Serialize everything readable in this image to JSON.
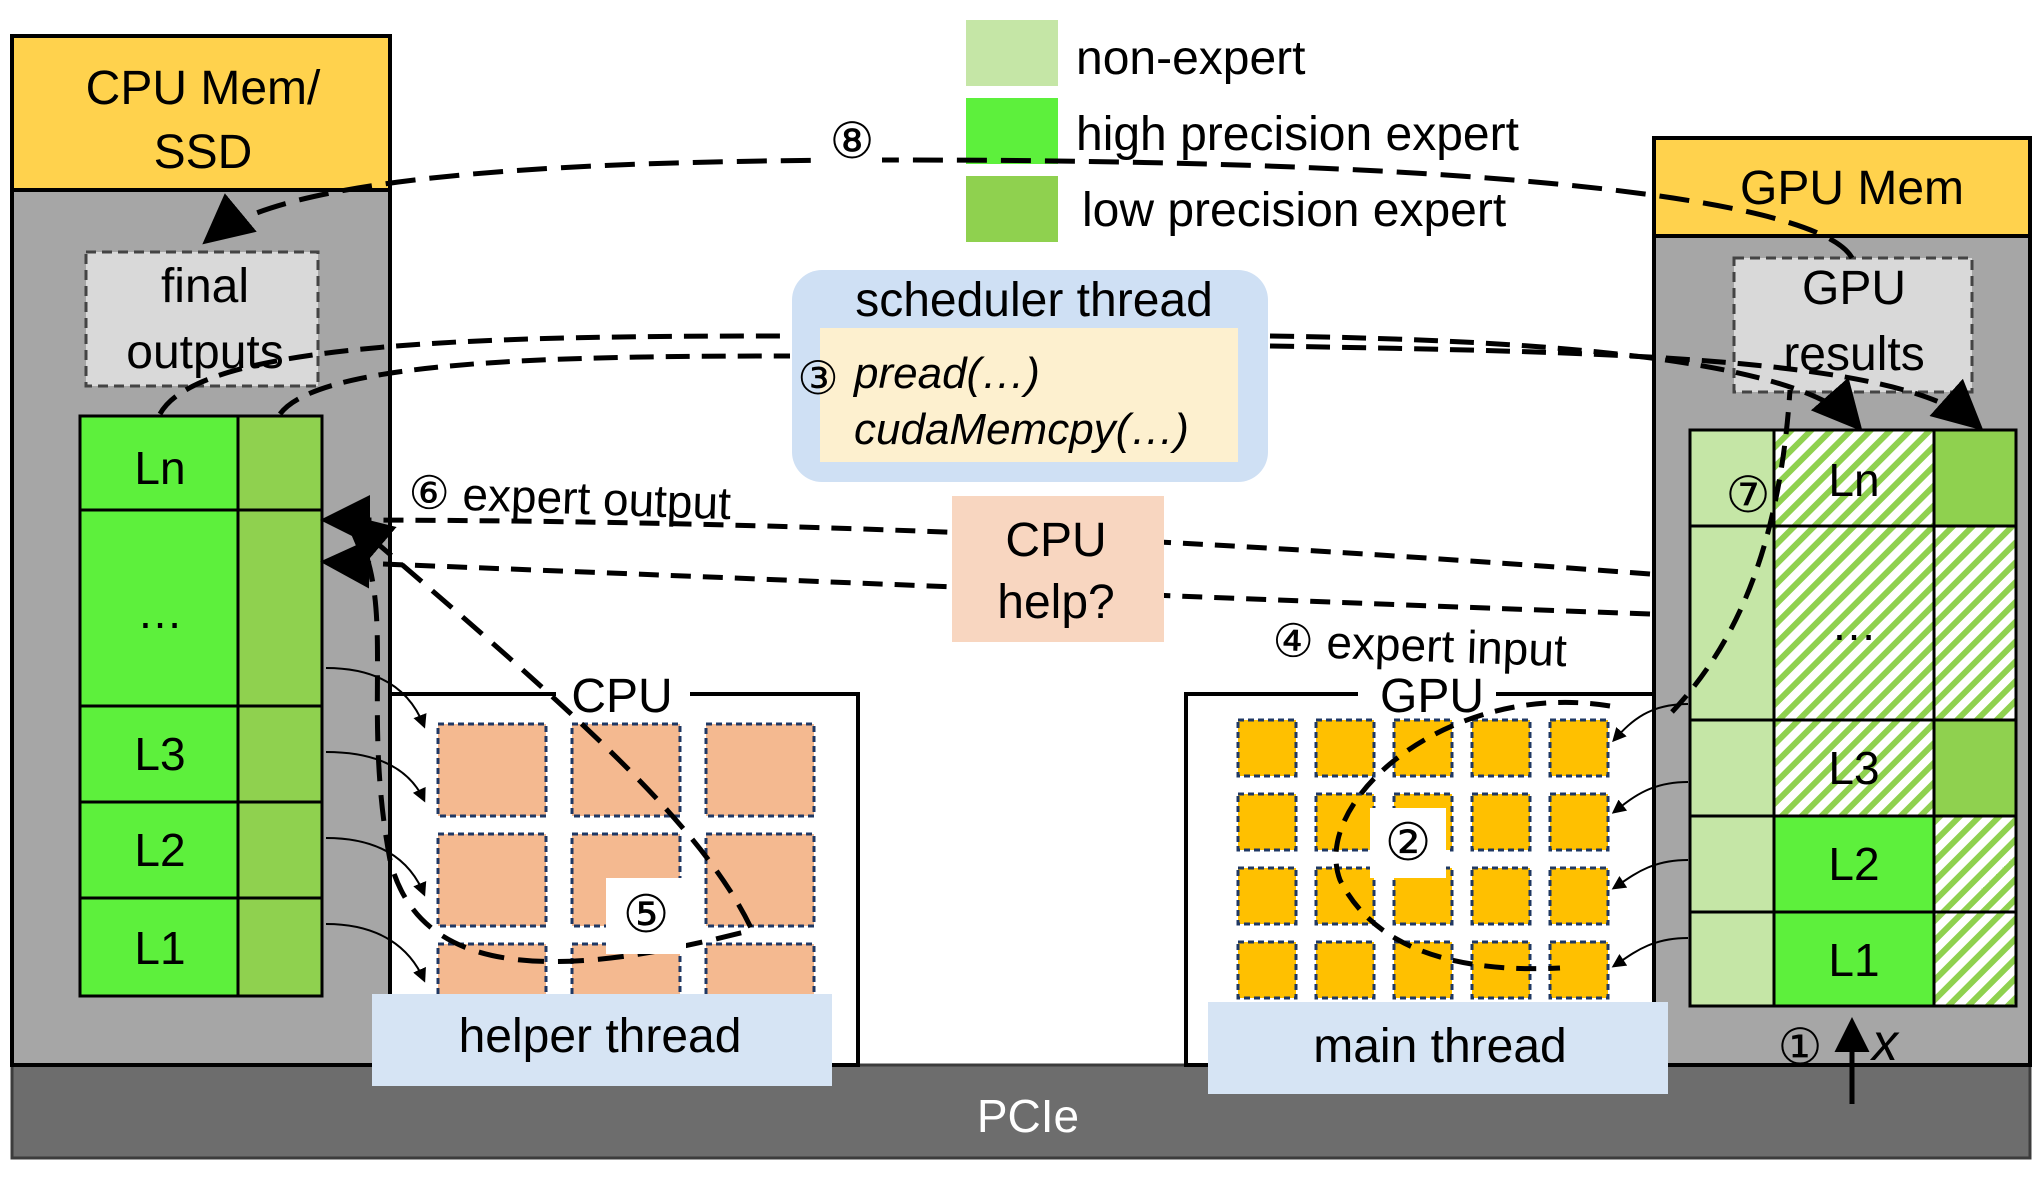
{
  "legend": {
    "non_expert": "non-expert",
    "high_precision": "high precision expert",
    "low_precision": "low precision expert"
  },
  "cpu_mem": {
    "title_line1": "CPU Mem/",
    "title_line2": "SSD",
    "final_outputs_line1": "final",
    "final_outputs_line2": "outputs",
    "layers": [
      "Ln",
      "…",
      "L3",
      "L2",
      "L1"
    ]
  },
  "gpu_mem": {
    "title": "GPU Mem",
    "results_line1": "GPU",
    "results_line2": "results",
    "layers": [
      "Ln",
      "…",
      "L3",
      "L2",
      "L1"
    ]
  },
  "scheduler": {
    "title": "scheduler thread",
    "step": "③",
    "call1": "pread(…)",
    "call2": "cudaMemcpy(…)"
  },
  "cpu_help": {
    "line1": "CPU",
    "line2": "help?"
  },
  "labels": {
    "step8": "⑧",
    "expert_output": "⑥ expert output",
    "expert_input": "④ expert input",
    "step7": "⑦",
    "step5": "⑤",
    "step2": "②",
    "step1": "①",
    "x": "x"
  },
  "cpu": {
    "title": "CPU",
    "thread": "helper thread"
  },
  "gpu": {
    "title": "GPU",
    "thread": "main thread"
  },
  "bus": {
    "label": "PCIe"
  },
  "colors": {
    "non_expert": "#c5e6a6",
    "high_precision": "#5df03c",
    "low_precision": "#8fd14f",
    "mem_title": "#ffd24d",
    "mem_body": "#a6a6a6",
    "pcie": "#6d6d6d",
    "cpu_core": "#f4b990",
    "gpu_core": "#ffc000",
    "thread_box": "#d6e4f4",
    "scheduler_box": "#cfe0f4",
    "scheduler_inner": "#fdf0cf",
    "cpu_help_box": "#f8d6c0"
  }
}
